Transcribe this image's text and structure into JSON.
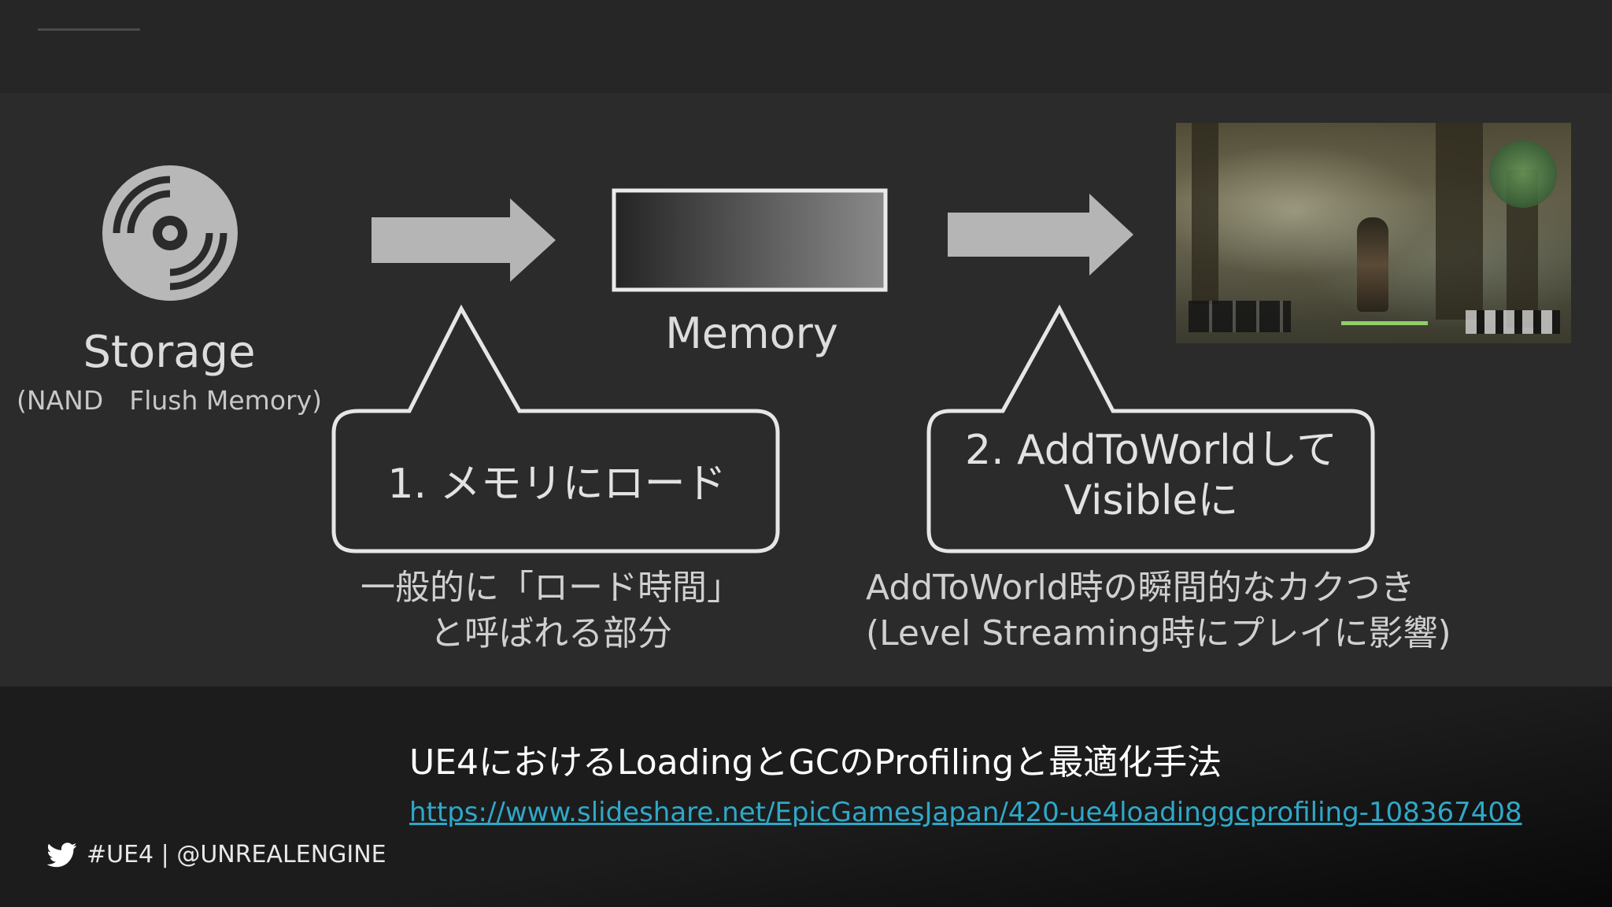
{
  "diagram": {
    "storage": {
      "label": "Storage",
      "sublabel": "(NAND　Flush Memory)",
      "icon": "disc-icon"
    },
    "memory": {
      "label": "Memory"
    },
    "step1": {
      "bubble": "1. メモリにロード",
      "note_lines": [
        "一般的に「ロード時間」",
        "と呼ばれる部分"
      ]
    },
    "step2": {
      "bubble_lines": [
        "2. AddToWorldして",
        "Visibleに"
      ],
      "note_lines": [
        "AddToWorld時の瞬間的なカクつき",
        "(Level Streaming時にプレイに影響)"
      ]
    },
    "colors": {
      "background": "#2b2b2b",
      "arrow": "#b5b5b5",
      "bubble_stroke": "#e6e6e6",
      "link": "#2fa8c8"
    }
  },
  "footer": {
    "title": "UE4におけるLoadingとGCのProfilingと最適化手法",
    "link": "https://www.slideshare.net/EpicGamesJapan/420-ue4loadinggcprofiling-108367408",
    "social": "#UE4 | @UNREALENGINE",
    "social_icon": "twitter-bird-icon"
  }
}
